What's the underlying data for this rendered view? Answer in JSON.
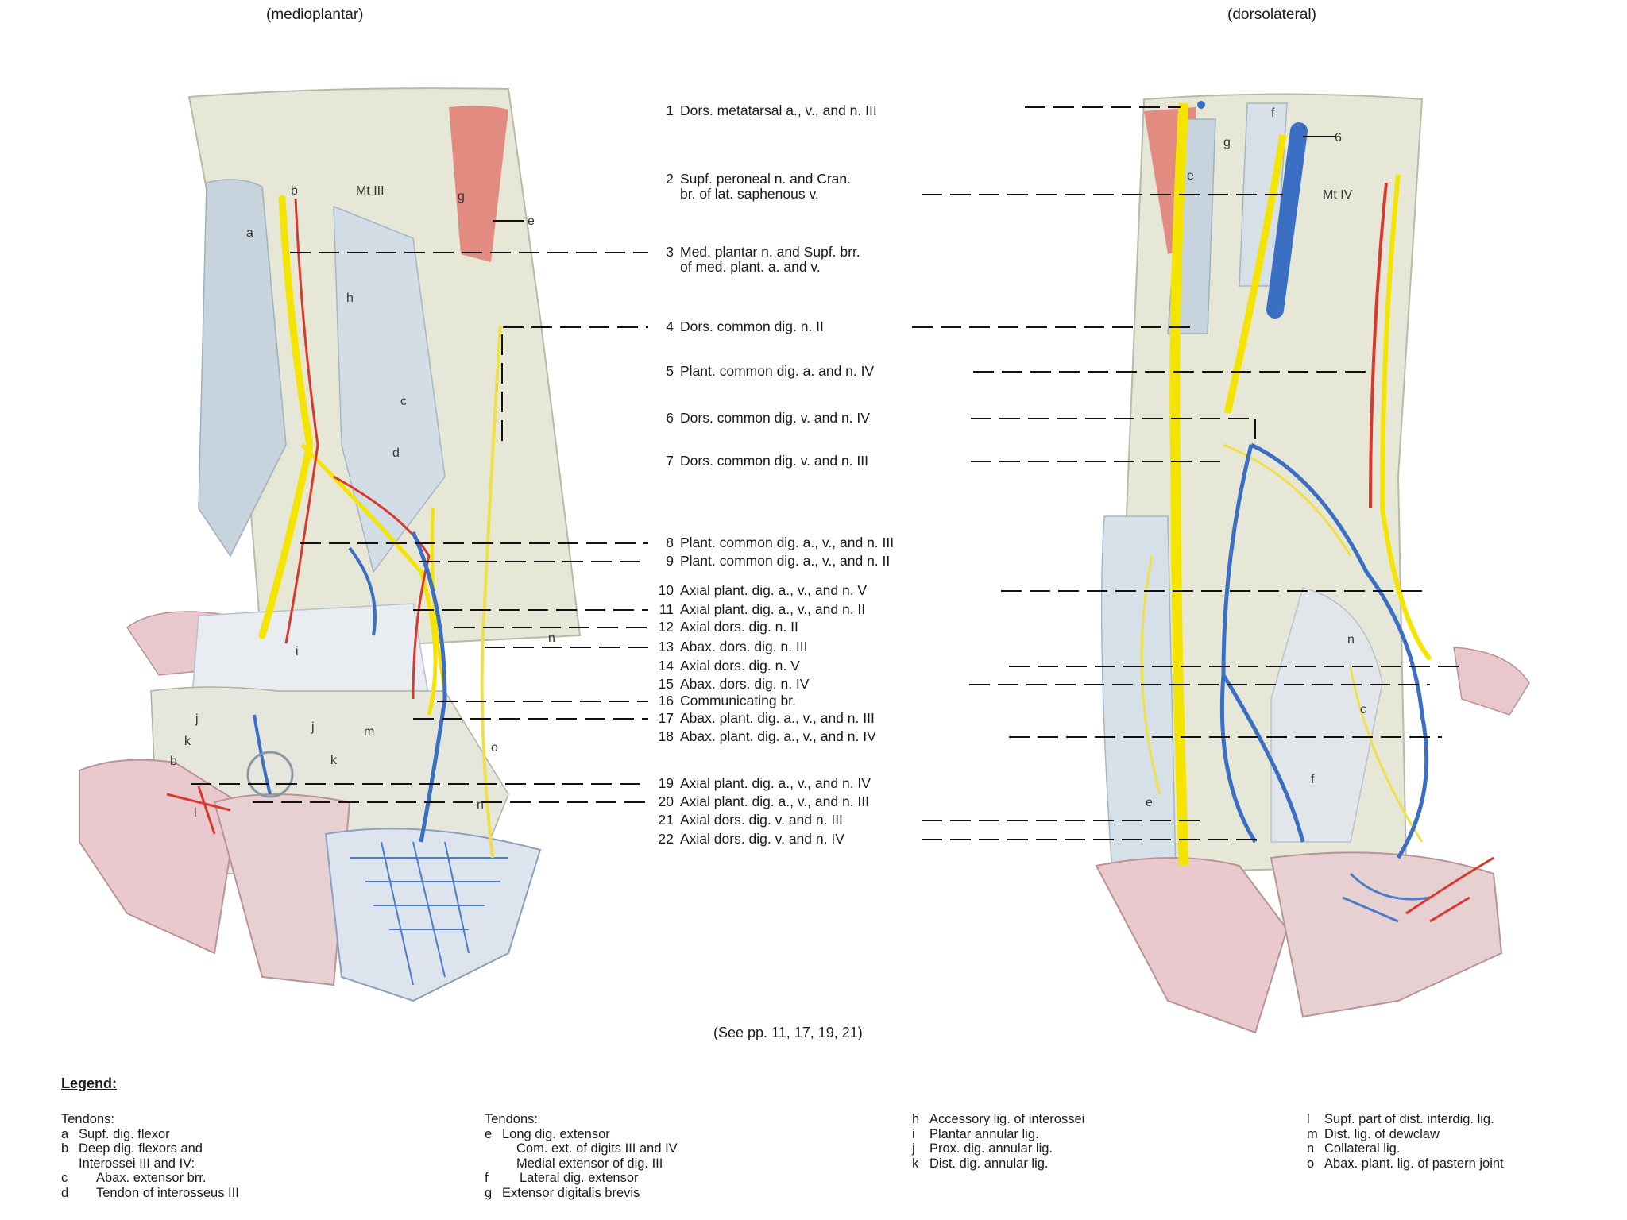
{
  "views": {
    "left_title": "(medioplantar)",
    "right_title": "(dorsolateral)"
  },
  "figure_letters": {
    "a": "a",
    "b": "b",
    "c": "c",
    "d": "d",
    "e": "e",
    "f": "f",
    "g": "g",
    "h": "h",
    "i": "i",
    "j": "j",
    "k": "k",
    "l": "l",
    "m": "m",
    "n": "n",
    "o": "o",
    "mt3": "Mt III",
    "mt4": "Mt IV",
    "six": "6"
  },
  "callouts": [
    {
      "num": "1",
      "line1": "Dors. metatarsal a., v., and n. III",
      "line2": ""
    },
    {
      "num": "2",
      "line1": "Supf. peroneal n. and Cran.",
      "line2": "br. of lat. saphenous v."
    },
    {
      "num": "3",
      "line1": "Med. plantar n. and Supf. brr.",
      "line2": "of med. plant. a. and v."
    },
    {
      "num": "4",
      "line1": "Dors. common dig. n. II",
      "line2": ""
    },
    {
      "num": "5",
      "line1": "Plant. common dig. a. and n. IV",
      "line2": ""
    },
    {
      "num": "6",
      "line1": "Dors. common dig. v. and n. IV",
      "line2": ""
    },
    {
      "num": "7",
      "line1": "Dors. common dig. v. and n. III",
      "line2": ""
    },
    {
      "num": "8",
      "line1": "Plant. common dig. a., v., and n. III",
      "line2": ""
    },
    {
      "num": "9",
      "line1": "Plant. common dig. a., v., and n. II",
      "line2": ""
    },
    {
      "num": "10",
      "line1": "Axial plant. dig. a., v., and n. V",
      "line2": ""
    },
    {
      "num": "11",
      "line1": "Axial plant. dig. a., v., and n. II",
      "line2": ""
    },
    {
      "num": "12",
      "line1": "Axial dors. dig. n. II",
      "line2": ""
    },
    {
      "num": "13",
      "line1": "Abax. dors. dig. n. III",
      "line2": ""
    },
    {
      "num": "14",
      "line1": "Axial dors. dig. n. V",
      "line2": ""
    },
    {
      "num": "15",
      "line1": "Abax. dors. dig. n. IV",
      "line2": ""
    },
    {
      "num": "16",
      "line1": "Communicating br.",
      "line2": ""
    },
    {
      "num": "17",
      "line1": "Abax. plant. dig. a., v., and n. III",
      "line2": ""
    },
    {
      "num": "18",
      "line1": "Abax. plant. dig. a., v., and n. IV",
      "line2": ""
    },
    {
      "num": "19",
      "line1": "Axial plant. dig. a., v., and n. IV",
      "line2": ""
    },
    {
      "num": "20",
      "line1": "Axial plant. dig. a., v., and n. III",
      "line2": ""
    },
    {
      "num": "21",
      "line1": "Axial dors. dig. v. and n. III",
      "line2": ""
    },
    {
      "num": "22",
      "line1": "Axial dors. dig. v. and n. IV",
      "line2": ""
    }
  ],
  "see_pages": "(See pp. 11, 17, 19, 21)",
  "legend": {
    "title": "Legend:",
    "col1": {
      "heading": "Tendons:",
      "a": "Supf. dig. flexor",
      "b1": "Deep dig. flexors and",
      "b2": "Interossei III and IV:",
      "c": "Abax. extensor brr.",
      "d": "Tendon of interosseus III"
    },
    "col2": {
      "heading": "Tendons:",
      "e1": "Long dig. extensor",
      "e2": "Com. ext. of digits III and IV",
      "e3": "Medial extensor of dig. III",
      "f": "Lateral dig. extensor",
      "g": "Extensor digitalis brevis"
    },
    "col3": {
      "h": "Accessory lig. of interossei",
      "i": "Plantar annular lig.",
      "j": "Prox. dig. annular lig.",
      "k": "Dist. dig. annular lig."
    },
    "col4": {
      "l": "Supf. part of dist. interdig. lig.",
      "m": "Dist. lig. of dewclaw",
      "n": "Collateral lig.",
      "o": "Abax. plant. lig. of pastern joint"
    }
  },
  "colors": {
    "nerve": "#f5e400",
    "artery": "#d9392c",
    "vein": "#3a6fc4",
    "bone": "#e8e6cf",
    "tendon": "#c9d4dc",
    "hoof": "#e8c0c4"
  }
}
